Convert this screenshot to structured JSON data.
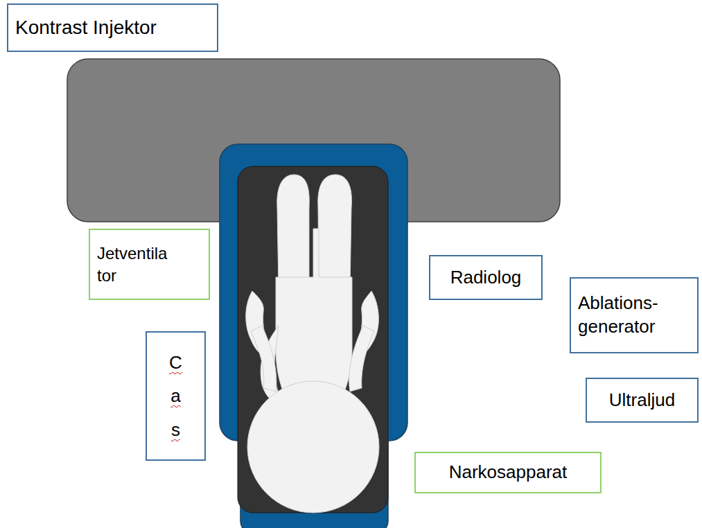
{
  "diagram": {
    "nodes": [
      {
        "text": [
          "Kontrast Injektor"
        ]
      },
      {
        "text": [
          "Jetventila tor"
        ]
      },
      {
        "text": [
          "Radiolog"
        ]
      },
      {
        "text": [
          "Ablations- generator"
        ]
      },
      {
        "text": [
          "C a s"
        ]
      },
      {
        "text": [
          "Ultraljud"
        ]
      },
      {
        "text": [
          "Narkosapparat"
        ]
      }
    ]
  }
}
